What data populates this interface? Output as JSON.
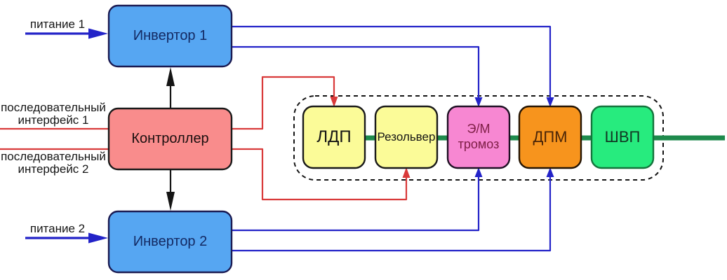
{
  "diagram": {
    "title": "drive-system-block-diagram",
    "power_inputs": [
      {
        "label": "питание 1"
      },
      {
        "label": "питание 2"
      }
    ],
    "serial_interfaces": [
      {
        "line1": "последовательный",
        "line2": "интерфейс 1"
      },
      {
        "line1": "последовательный",
        "line2": "интерфейс 2"
      }
    ],
    "blocks": {
      "inverter1": "Инвертор 1",
      "controller": "Контроллер",
      "inverter2": "Инвертор 2",
      "ldp": "ЛДП",
      "resolver": "Резольвер",
      "em_brake": "Э/М\nтромоз",
      "dpm": "ДПМ",
      "shvp": "ШВП"
    },
    "colors": {
      "inverter_fill": "#56A6F2",
      "controller_fill": "#F98C8C",
      "yellow_fill": "#FBFB98",
      "pink_fill": "#F787D2",
      "orange_fill": "#F7941D",
      "green_fill": "#27EB7E",
      "line_blue": "#2323C8",
      "line_red": "#D93A3A",
      "line_green": "#1E8A4C",
      "line_black": "#141414"
    }
  }
}
